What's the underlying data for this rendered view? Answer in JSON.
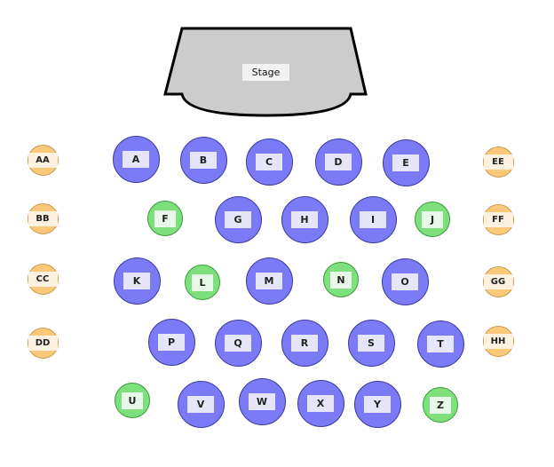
{
  "stage": {
    "label": "Stage"
  },
  "colors": {
    "large": "#7b7bf7",
    "small": "#7de07d",
    "side": "#fcc97a"
  },
  "seats": [
    {
      "id": "A",
      "type": "blue"
    },
    {
      "id": "B",
      "type": "blue"
    },
    {
      "id": "C",
      "type": "blue"
    },
    {
      "id": "D",
      "type": "blue"
    },
    {
      "id": "E",
      "type": "blue"
    },
    {
      "id": "F",
      "type": "green"
    },
    {
      "id": "G",
      "type": "blue"
    },
    {
      "id": "H",
      "type": "blue"
    },
    {
      "id": "I",
      "type": "blue"
    },
    {
      "id": "J",
      "type": "green"
    },
    {
      "id": "K",
      "type": "blue"
    },
    {
      "id": "L",
      "type": "green"
    },
    {
      "id": "M",
      "type": "blue"
    },
    {
      "id": "N",
      "type": "green"
    },
    {
      "id": "O",
      "type": "blue"
    },
    {
      "id": "P",
      "type": "blue"
    },
    {
      "id": "Q",
      "type": "blue"
    },
    {
      "id": "R",
      "type": "blue"
    },
    {
      "id": "S",
      "type": "blue"
    },
    {
      "id": "T",
      "type": "blue"
    },
    {
      "id": "U",
      "type": "green"
    },
    {
      "id": "V",
      "type": "blue"
    },
    {
      "id": "W",
      "type": "blue"
    },
    {
      "id": "X",
      "type": "blue"
    },
    {
      "id": "Y",
      "type": "blue"
    },
    {
      "id": "Z",
      "type": "green"
    },
    {
      "id": "AA",
      "type": "orange"
    },
    {
      "id": "BB",
      "type": "orange"
    },
    {
      "id": "CC",
      "type": "orange"
    },
    {
      "id": "DD",
      "type": "orange"
    },
    {
      "id": "EE",
      "type": "orange"
    },
    {
      "id": "FF",
      "type": "orange"
    },
    {
      "id": "GG",
      "type": "orange"
    },
    {
      "id": "HH",
      "type": "orange"
    }
  ]
}
